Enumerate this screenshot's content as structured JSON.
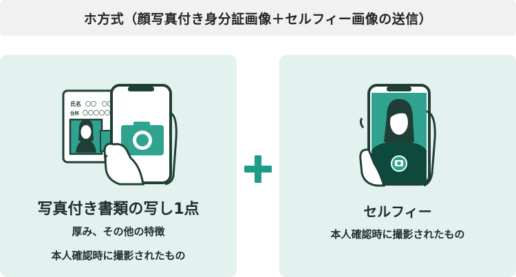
{
  "header": {
    "title": "ホ方式（顔写真付き身分証画像＋セルフィー画像の送信）"
  },
  "left_card": {
    "title": "写真付き書類の写し1点",
    "line1": "厚み、その他の特徴",
    "line2": "本人確認時に撮影されたもの",
    "id_card": {
      "name_label": "氏名",
      "name_value": "〇〇　〇〇",
      "address_label": "住所",
      "address_value": "〇〇〇〇〇〇"
    }
  },
  "right_card": {
    "title": "セルフィー",
    "line1": "本人確認時に撮影されたもの"
  },
  "icons": {
    "left_illustration": "phone-photographing-id-card-icon",
    "right_illustration": "phone-selfie-icon",
    "combine": "plus-icon"
  },
  "colors": {
    "accent": "#1e9c88",
    "dark": "#0e4a3c",
    "card_bg": "#e3f2ef",
    "header_bg": "#f1f1f1"
  }
}
